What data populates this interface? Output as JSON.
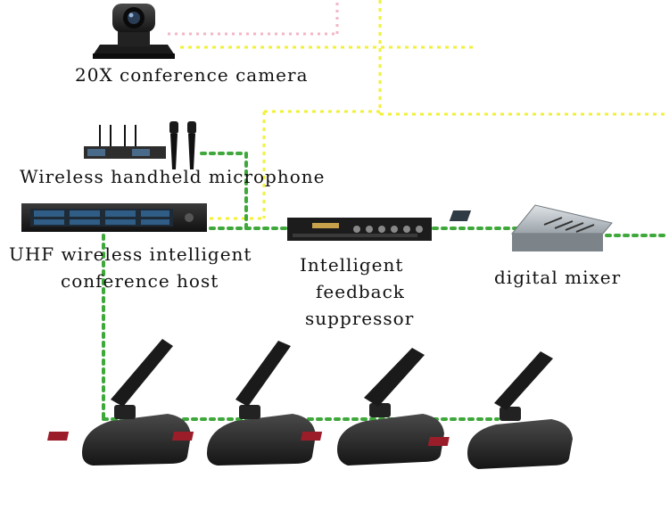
{
  "labels": {
    "camera": "20X conference camera",
    "wireless_mic": "Wireless handheld microphone",
    "uhf_host_line1": "UHF wireless intelligent",
    "uhf_host_line2": "conference host",
    "suppressor_line1": "Intelligent",
    "suppressor_line2": "feedback",
    "suppressor_line3": "suppressor",
    "mixer": "digital mixer"
  },
  "colors": {
    "yellow_line": "#f2f03a",
    "green_line": "#3ea83a",
    "pink_line": "#f3b6c6",
    "device_dark": "#2a2a2a",
    "background": "#ffffff"
  },
  "icons": [
    "conference-camera-icon",
    "wireless-receiver-icon",
    "handheld-microphone-icon",
    "rack-host-icon",
    "feedback-suppressor-icon",
    "digital-mixer-icon",
    "desktop-gooseneck-microphone-icon"
  ]
}
